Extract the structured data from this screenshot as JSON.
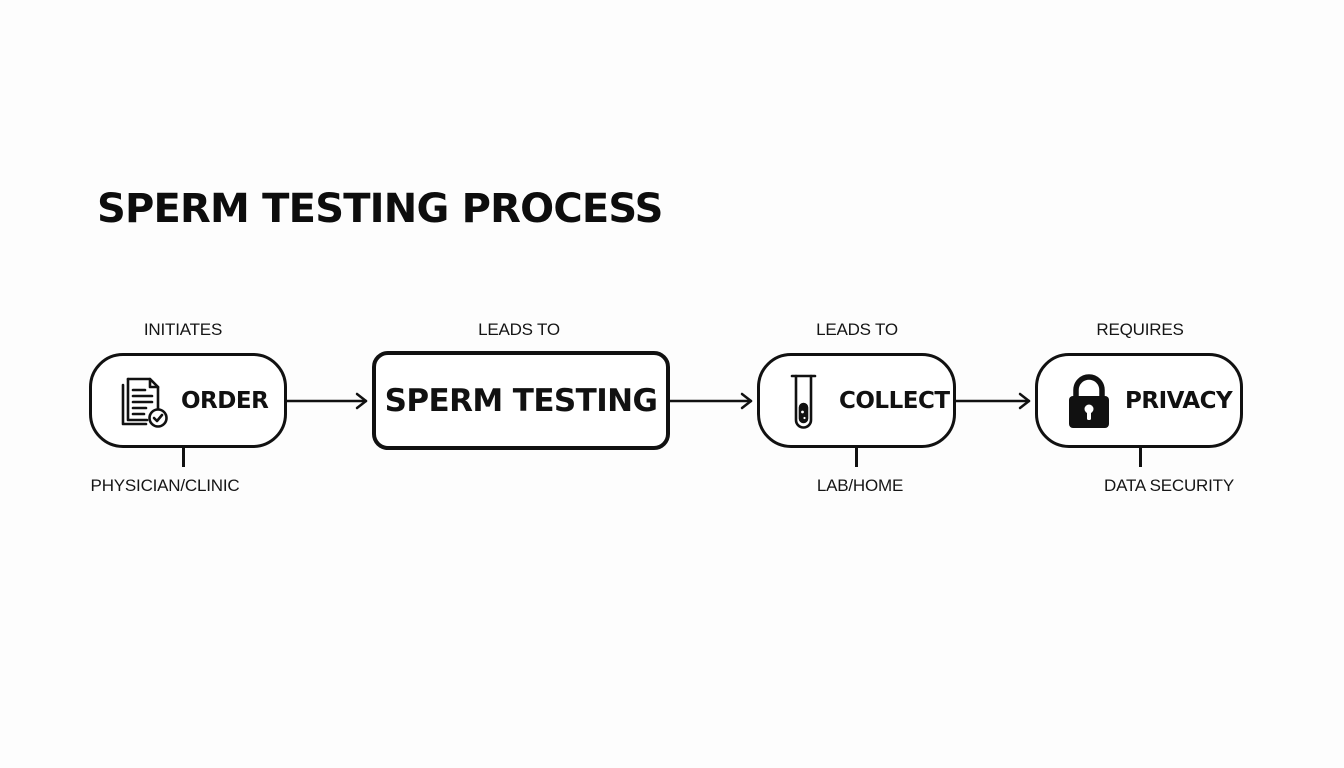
{
  "title": "SPERM TESTING PROCESS",
  "nodes": [
    {
      "label": "ORDER",
      "icon": "document-check-icon",
      "top_label": "INITIATES",
      "bottom_label": "PHYSICIAN/CLINIC"
    },
    {
      "label": "SPERM TESTING",
      "icon": "",
      "top_label": "LEADS TO",
      "bottom_label": ""
    },
    {
      "label": "COLLECT",
      "icon": "test-tube-icon",
      "top_label": "LEADS TO",
      "bottom_label": "LAB/HOME"
    },
    {
      "label": "PRIVACY",
      "icon": "padlock-icon",
      "top_label": "REQUIRES",
      "bottom_label": "DATA SECURITY"
    }
  ],
  "edges": [
    {
      "from": "ORDER",
      "to": "SPERM TESTING"
    },
    {
      "from": "SPERM TESTING",
      "to": "COLLECT"
    },
    {
      "from": "COLLECT",
      "to": "PRIVACY"
    }
  ]
}
